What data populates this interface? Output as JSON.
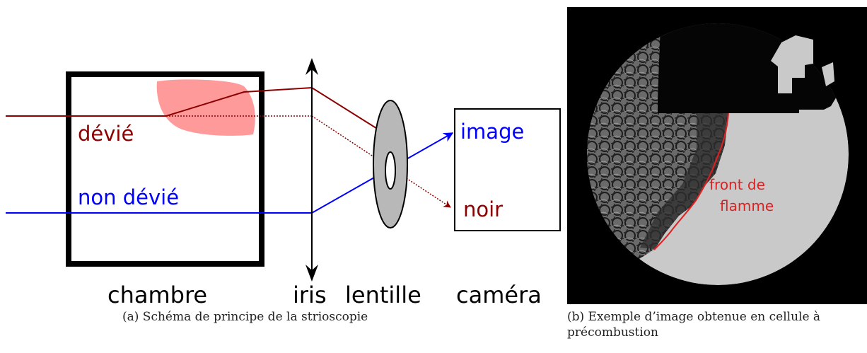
{
  "diagram": {
    "labels": {
      "devie": "dévié",
      "non_devie": "non dévié",
      "image": "image",
      "noir": "noir",
      "chambre": "chambre",
      "iris": "iris",
      "lentille": "lentille",
      "camera": "caméra"
    },
    "colors": {
      "deviated_ray": "#8b0000",
      "undeviated_ray": "#0000ff",
      "schlieren_zone": "#ff9a9a",
      "lens_fill": "#b8b8b8",
      "frame": "#000000"
    }
  },
  "photo": {
    "annotation_line1": "front de",
    "annotation_line2": "flamme",
    "annotation_color": "#e02020"
  },
  "captions": {
    "a": "(a) Schéma de principe de la strioscopie",
    "b": "(b) Exemple d’image obtenue en cellule à précombustion"
  }
}
